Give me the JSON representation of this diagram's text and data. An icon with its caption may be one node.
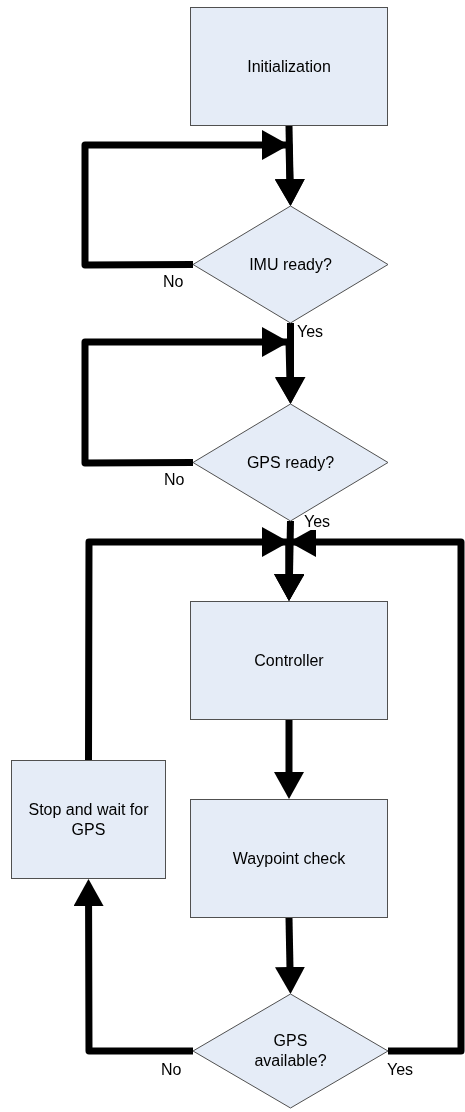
{
  "diagram": {
    "nodes": [
      {
        "text": [
          "Initialization"
        ]
      },
      {
        "text": [
          "IMU ready?"
        ]
      },
      {
        "text": [
          "GPS ready?"
        ]
      },
      {
        "text": [
          "Controller"
        ]
      },
      {
        "text": [
          "Stop and wait for GPS"
        ]
      },
      {
        "text": [
          "Waypoint check"
        ]
      },
      {
        "text": [
          "GPS available?"
        ]
      }
    ],
    "edges": [
      {
        "from": 0,
        "to": 1,
        "arrow": "to"
      },
      {
        "from": 1,
        "to": 1,
        "arrow": "to",
        "label": "No"
      },
      {
        "from": 1,
        "to": 2,
        "arrow": "to",
        "label": "Yes"
      },
      {
        "from": 2,
        "to": 2,
        "arrow": "to",
        "label": "No"
      },
      {
        "from": 2,
        "to": 3,
        "arrow": "to",
        "label": "Yes"
      },
      {
        "from": 4,
        "to": 3,
        "arrow": "to"
      },
      {
        "from": 6,
        "to": 3,
        "arrow": "to",
        "label": "Yes"
      },
      {
        "from": 3,
        "to": 5,
        "arrow": "to"
      },
      {
        "from": 5,
        "to": 6,
        "arrow": "to"
      },
      {
        "from": 6,
        "to": 4,
        "arrow": "to",
        "label": "No"
      }
    ]
  }
}
